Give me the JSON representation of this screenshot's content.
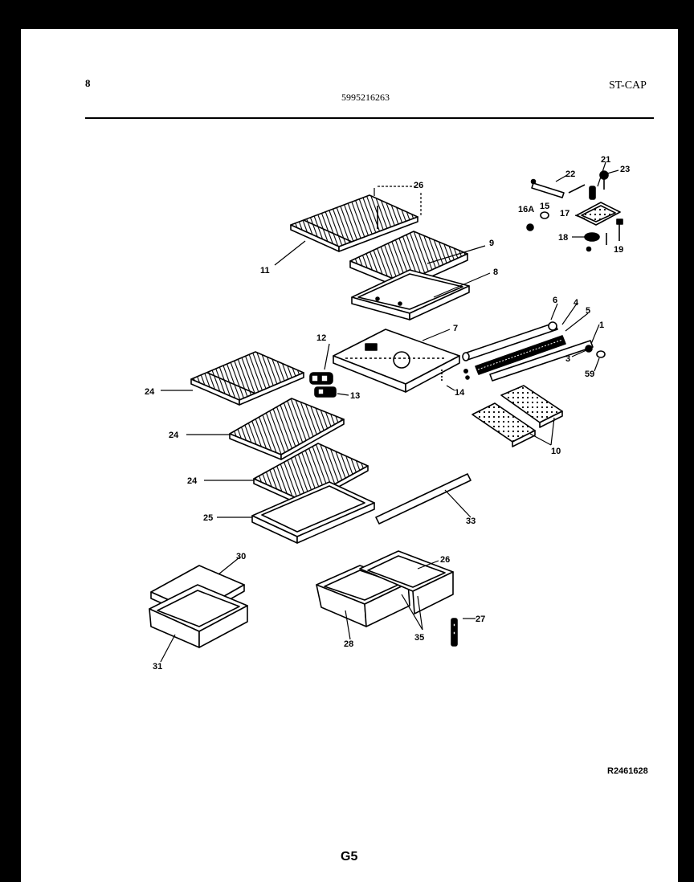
{
  "header": {
    "left_mark": "8",
    "part_code": "5995216263",
    "model_code": "ST-CAP"
  },
  "footer": {
    "reference_code": "R2461628",
    "page_label": "G5"
  },
  "callouts": {
    "c1": "1",
    "c3": "3",
    "c4": "4",
    "c5": "5",
    "c6": "6",
    "c7": "7",
    "c8": "8",
    "c9": "9",
    "c10": "10",
    "c11": "11",
    "c12": "12",
    "c13": "13",
    "c14": "14",
    "c15": "15",
    "c16a": "16A",
    "c17": "17",
    "c18": "18",
    "c19": "19",
    "c21": "21",
    "c22": "22",
    "c23": "23",
    "c24a": "24",
    "c24b": "24",
    "c24c": "24",
    "c25": "25",
    "c26top": "26",
    "c26bin": "26",
    "c27": "27",
    "c28": "28",
    "c30": "30",
    "c31": "31",
    "c33": "33",
    "c35": "35",
    "c59": "59"
  },
  "colors": {
    "ink": "#000000",
    "paper": "#ffffff",
    "scan_border": "#000000"
  }
}
